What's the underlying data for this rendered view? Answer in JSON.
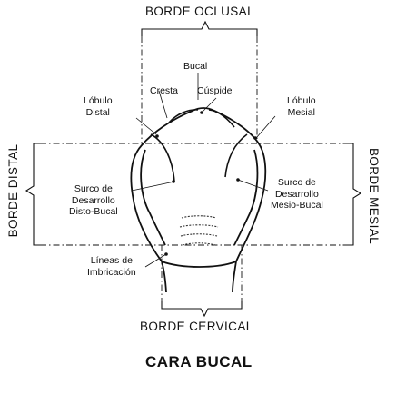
{
  "borders": {
    "occlusal": "BORDE OCLUSAL",
    "cervical": "BORDE CERVICAL",
    "distal": "BORDE DISTAL",
    "mesial": "BORDE MESIAL"
  },
  "labels": {
    "bucal": "Bucal",
    "cresta": "Cresta",
    "cuspide": "Cúspide",
    "lobulo_distal": [
      "Lóbulo",
      "Distal"
    ],
    "lobulo_mesial": [
      "Lóbulo",
      "Mesial"
    ],
    "surco_distal": [
      "Surco de",
      "Desarrollo",
      "Disto-Bucal"
    ],
    "surco_mesial": [
      "Surco de",
      "Desarrollo",
      "Mesio-Bucal"
    ],
    "imbricacion": [
      "Líneas de",
      "Imbricación"
    ]
  },
  "title": "CARA BUCAL"
}
